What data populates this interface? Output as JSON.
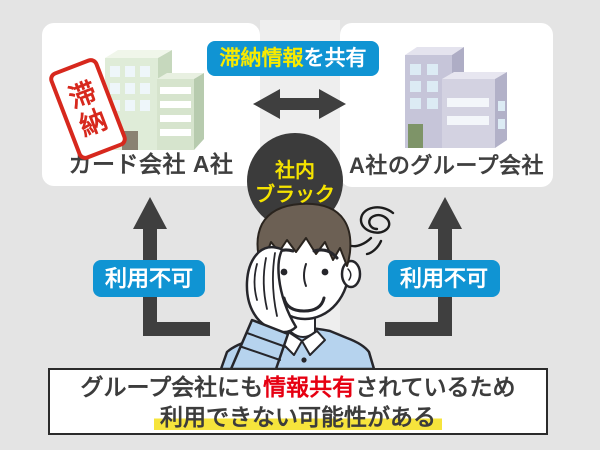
{
  "panels": {
    "left": {
      "label": "カード会社 A社"
    },
    "right": {
      "label": "A社のグループ会社"
    }
  },
  "stamp": {
    "char1": "滞",
    "char2": "納"
  },
  "share": {
    "highlight": "滞納情報",
    "rest": "を共有"
  },
  "blacklist": {
    "line1": "社内",
    "line2": "ブラック"
  },
  "badges": {
    "left": "利用不可",
    "right": "利用不可"
  },
  "note": {
    "line1_pre": "グループ会社にも",
    "line1_em": "情報共有",
    "line1_post": "されているため",
    "line2": "利用できない可能性がある"
  },
  "icons": {
    "left_building": "green-office-building-icon",
    "right_building": "purple-office-building-icon",
    "center_arrow": "double-headed-arrow-icon",
    "up_arrows": "elbow-up-arrow-icon",
    "scribble": "distress-scribble-icon"
  },
  "colors": {
    "background": "#e4e4e4",
    "center_strip": "#eeeeee",
    "panel": "#ffffff",
    "accent_blue": "#1094d3",
    "accent_yellow": "#f8ea00",
    "stamp_red": "#d7281d",
    "note_red": "#e60012",
    "highlight_yellow": "#f6e43c",
    "arrow_dark": "#3f3f3f",
    "circle_dark": "#3b3b3b"
  }
}
